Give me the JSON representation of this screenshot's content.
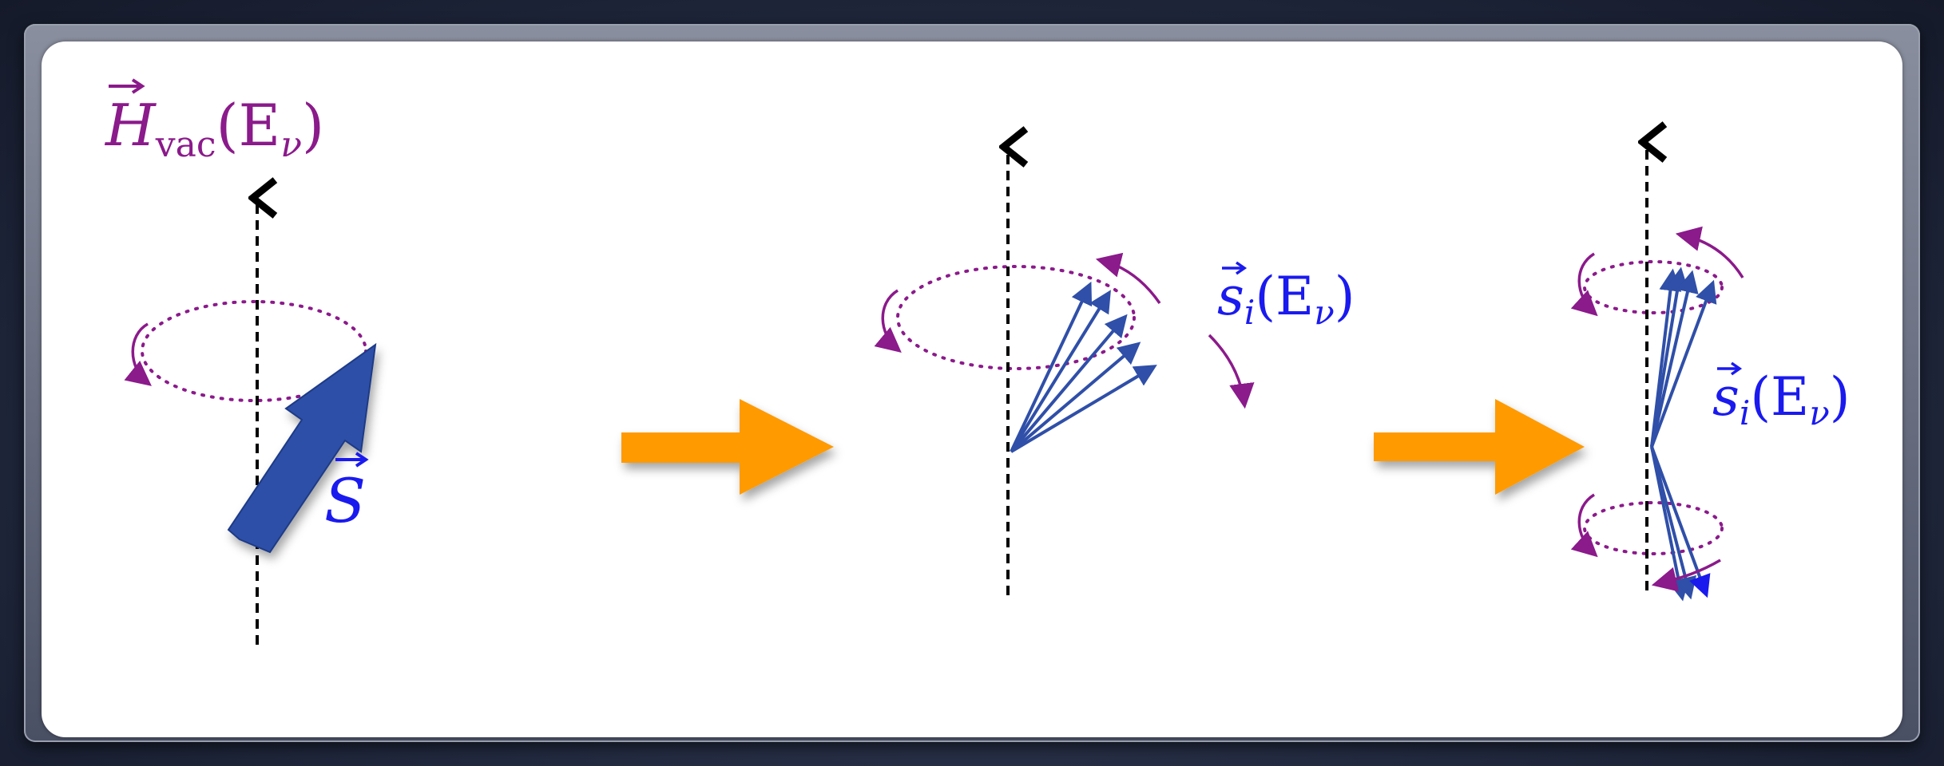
{
  "labels": {
    "hamiltonian": {
      "symbol": "H",
      "subscript": "vac",
      "argument": "(E",
      "argument_sub": "ν",
      "close": ")"
    },
    "total_spin": {
      "symbol": "S"
    },
    "spins_middle": {
      "symbol": "s",
      "subscript": "i",
      "argument": "(E",
      "argument_sub": "ν",
      "close": ")"
    },
    "spins_right": {
      "symbol": "s",
      "subscript": "i",
      "argument": "(E",
      "argument_sub": "ν",
      "close": ")"
    }
  },
  "colors": {
    "purple": "#8b1a8b",
    "blue": "#1a1aef",
    "arrow_blue": "#2f4fa8",
    "orange": "#ff9a00",
    "axis": "#000000"
  }
}
